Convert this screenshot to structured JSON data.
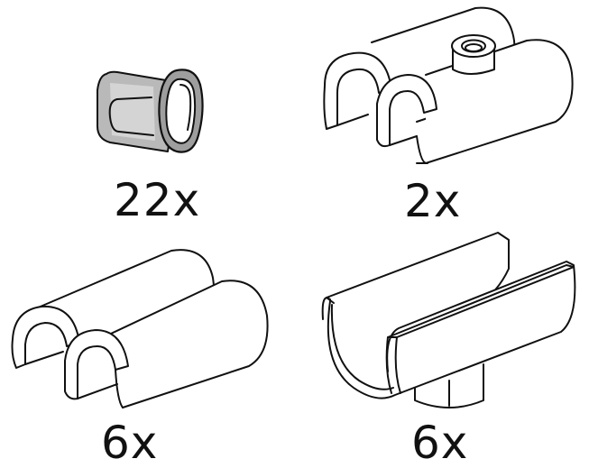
{
  "parts": [
    {
      "id": "grey-sleeve",
      "quantity_label": "22x",
      "icon": "grey-sleeve-part-icon",
      "color": "#b9b9b9"
    },
    {
      "id": "double-clip-with-pin",
      "quantity_label": "2x",
      "icon": "double-clip-with-pin-part-icon"
    },
    {
      "id": "double-clip",
      "quantity_label": "6x",
      "icon": "double-clip-part-icon"
    },
    {
      "id": "channel-with-peg",
      "quantity_label": "6x",
      "icon": "channel-with-peg-part-icon"
    }
  ]
}
